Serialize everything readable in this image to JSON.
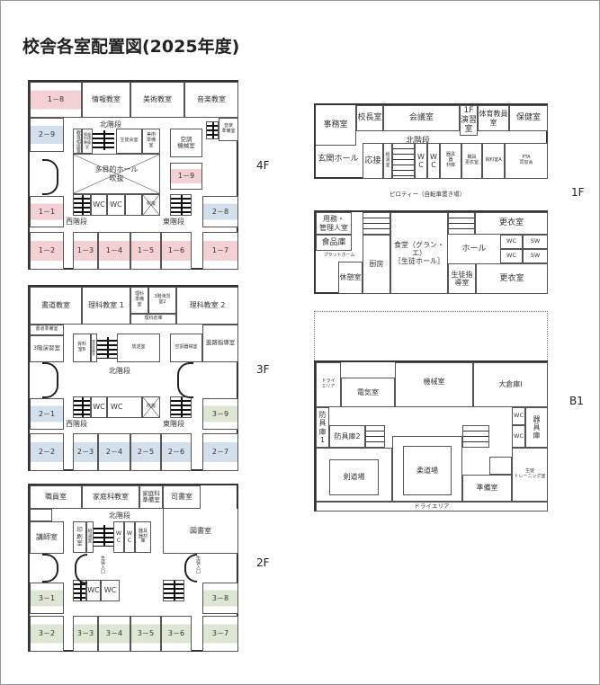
{
  "title": "校舎各室配置図(2025年度)",
  "floor_labels": {
    "f4": "4F",
    "f3": "3F",
    "f2": "2F",
    "f1": "1F",
    "b1": "B1"
  },
  "f4": {
    "r18": "1－8",
    "info": "情報教室",
    "art": "美術教室",
    "music": "音楽教室",
    "r29": "2－9",
    "music_prep": "音楽\n準備室",
    "north_stairs": "北階段",
    "counsel": "教育相談室",
    "info_prep": "情報処理準備室",
    "council": "生徒会室",
    "art_prep": "美術\n準備\n室",
    "ac": "空調\n機械室",
    "r19": "1－9",
    "hall": "多目的ホール\n吹抜",
    "wc1": "WC",
    "wc2": "WC",
    "void": "吹抜",
    "r11": "1－1",
    "west_stairs": "西階段",
    "east_stairs": "東階段",
    "r28": "2－8",
    "r12": "1－2",
    "r13": "1－3",
    "r14": "1－4",
    "r15": "1－5",
    "r16": "1－6",
    "r17": "1－7"
  },
  "f3": {
    "calligraphy": "書道教室",
    "sci1": "理科教室 1",
    "sci_prep": "理科\n準備\n室",
    "prac2": "3階演習\n室2",
    "sci_store": "理科倉庫",
    "sci2": "理科教室 2",
    "call_prep": "書道準備室",
    "prac": "3階演習室",
    "docB": "資料\n室B",
    "tiny": "理科準備室",
    "broadcast": "放送室",
    "ac": "空調器械室",
    "career": "進路指導室",
    "north_stairs": "北階段",
    "wc1": "WC",
    "wc2": "WC",
    "void": "吹抜",
    "r21": "2－1",
    "west_stairs": "西階段",
    "east_stairs": "東階段",
    "r39": "3－9",
    "r22": "2－2",
    "r23": "2－3",
    "r24": "2－4",
    "r25": "2－5",
    "r26": "2－6",
    "r27": "2－7"
  },
  "f2": {
    "staff": "職員室",
    "home_ec": "家庭科教室",
    "home_prep": "家庭科\n準備室",
    "librarian": "司書室",
    "library": "図書室",
    "lecturer": "講師室",
    "north_stairs": "北階段",
    "print": "印\n刷\n室",
    "kettle": "給\n湯\n室",
    "wca": "W\nC",
    "wcb": "W\nC",
    "equip": "器具\n器材\n庫",
    "entrance1": "生徒入口",
    "entrance2": "生徒入口",
    "wc1": "WC",
    "wc2": "WC",
    "r31": "3－1",
    "r38": "3－8",
    "r32": "3－2",
    "r33": "3－3",
    "r34": "3－4",
    "r35": "3－5",
    "r36": "3－6",
    "r37": "3－7"
  },
  "f1": {
    "office": "事務室",
    "principal": "校長室",
    "meeting": "会議室",
    "prac": "1F\n演習\n室",
    "pe": "体育教員室",
    "nurse": "保健室",
    "north_stairs": "北階段",
    "entrance": "玄関ホール",
    "reception": "応接",
    "kettle": "給\n湯\n室",
    "wca": "W\nC",
    "wcb": "W\nC",
    "equip": "器具\n器\n材庫",
    "staff_locker": "職員\n更衣室",
    "docA": "資料室A",
    "pta": "PTA\n同窓会",
    "piloti": "ピロティー（自転車置き場）",
    "caretaker": "用務・\n管理人室",
    "food_store": "食品庫",
    "platform": "プラットホーム",
    "rest": "休憩室",
    "kitchen": "厨房",
    "cafeteria": "食堂（グラン・\nエ）\n［生徒ホール］",
    "locker1": "更衣室",
    "hall": "ホール",
    "wc1": "WC",
    "sw1": "SW",
    "wc2": "WC",
    "sw2": "SW",
    "guidance": "生徒指導室",
    "locker2": "更衣室"
  },
  "b1": {
    "dry1": "ドライ\nエリア",
    "electric": "電気室",
    "machine": "機械室",
    "storage": "大倉庫I",
    "armor1": "防\n具\n庫\n1",
    "armor2": "防具庫2",
    "kendo": "剣道場",
    "judo": "柔道場",
    "wc1": "WC",
    "wc2": "WC",
    "equip": "器\n具\n庫",
    "prep": "準備室",
    "training": "生徒\nトレーニング室",
    "dry2": "ドライエリア"
  }
}
